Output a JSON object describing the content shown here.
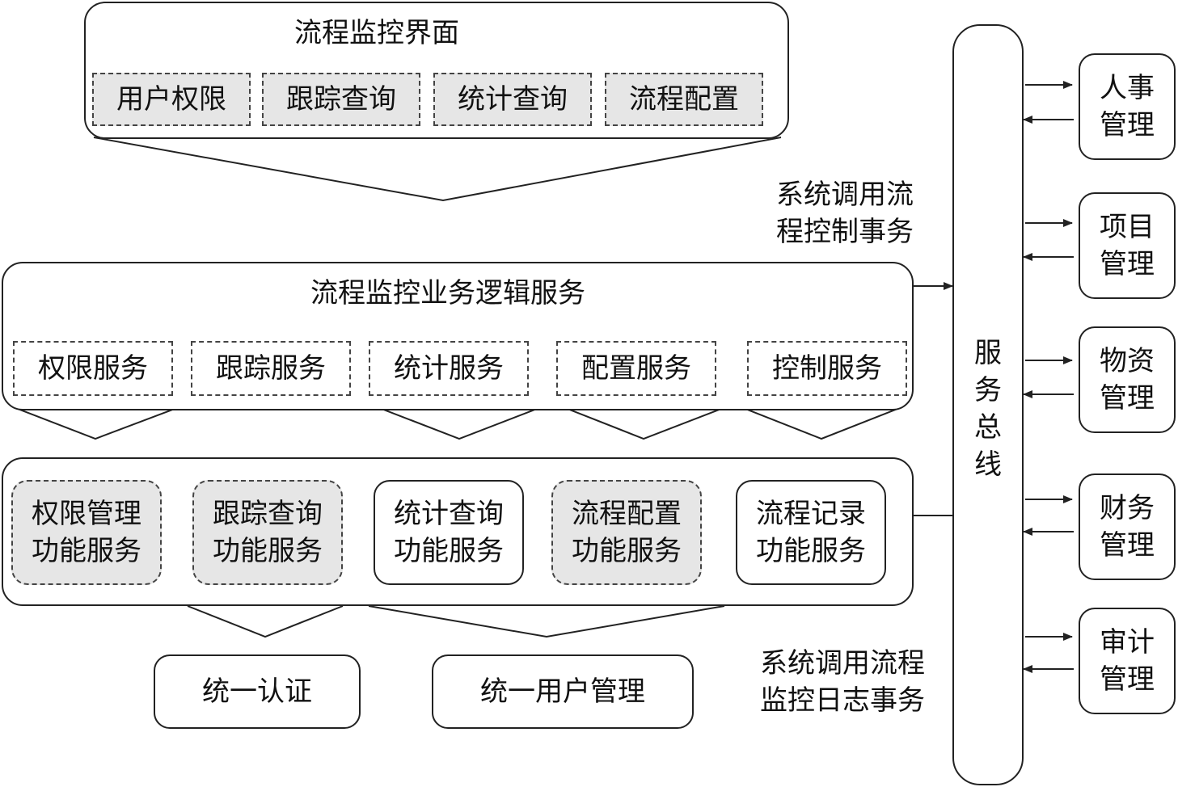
{
  "ui_layer": {
    "title": "流程监控界面",
    "items": [
      "用户权限",
      "跟踪查询",
      "统计查询",
      "流程配置"
    ]
  },
  "logic_layer": {
    "title": "流程监控业务逻辑服务",
    "items": [
      "权限服务",
      "跟踪服务",
      "统计服务",
      "配置服务",
      "控制服务"
    ]
  },
  "function_layer": {
    "items": [
      "权限管理\n功能服务",
      "跟踪查询\n功能服务",
      "统计查询\n功能服务",
      "流程配置\n功能服务",
      "流程记录\n功能服务"
    ]
  },
  "base_layer": {
    "items": [
      "统一认证",
      "统一用户管理"
    ]
  },
  "bus": {
    "label": "服\n务\n总\n线"
  },
  "annotations": {
    "top": "系统调用流\n程控制事务",
    "bottom": "系统调用流程\n监控日志事务"
  },
  "systems": [
    "人事\n管理",
    "项目\n管理",
    "物资\n管理",
    "财务\n管理",
    "审计\n管理"
  ]
}
